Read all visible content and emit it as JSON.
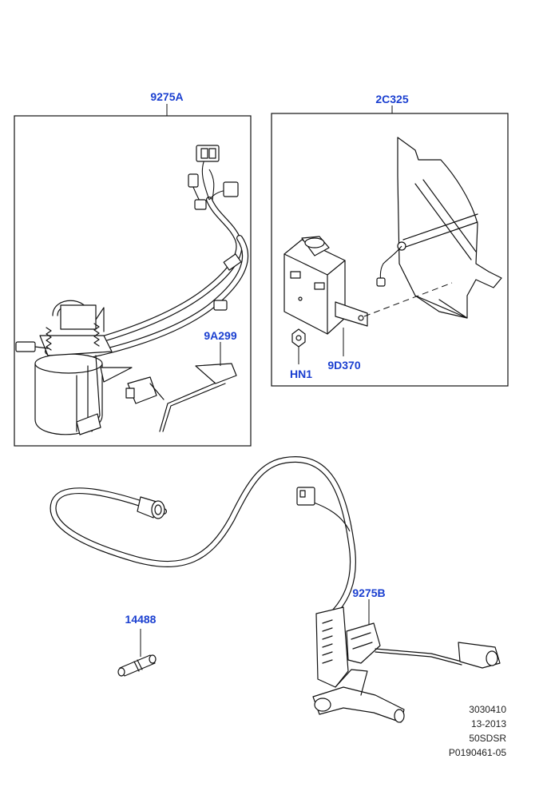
{
  "diagram": {
    "callouts": {
      "pump_module_a": "9275A",
      "bracket": "2C325",
      "float_sender": "9A299",
      "nut": "HN1",
      "control_module": "9D370",
      "pump_module_b": "9275B",
      "connector_pin": "14488"
    },
    "reference": {
      "line1": "3030410",
      "line2": "13-2013",
      "line3": "50SDSR",
      "line4": "P0190461-05"
    }
  }
}
